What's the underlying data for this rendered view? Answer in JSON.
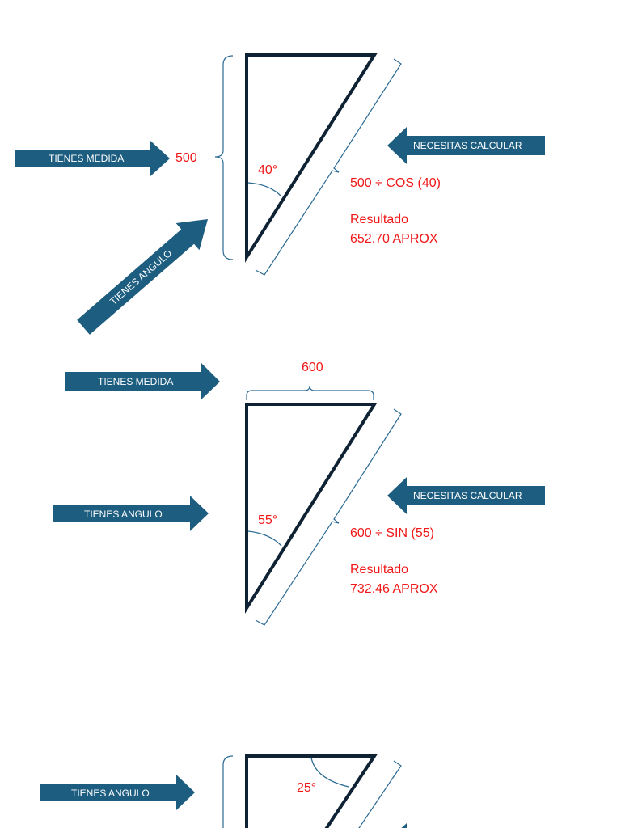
{
  "colors": {
    "arrow_fill": "#1d5d80",
    "triangle_stroke": "#0e2233",
    "annotation_text": "#f01818",
    "bracket_stroke": "#2b6a93"
  },
  "diagram1": {
    "known_measure_label": "TIENES MEDIDA",
    "known_angle_label": "TIENES ANGULO",
    "unknown_label": "NECESITAS CALCULAR",
    "side_value": "500",
    "angle_value": "40°",
    "formula": "500 ÷ COS (40)",
    "result_label": "Resultado",
    "result_value": "652.70 APROX"
  },
  "diagram2": {
    "known_measure_label": "TIENES MEDIDA",
    "known_angle_label": "TIENES ANGULO",
    "unknown_label": "NECESITAS CALCULAR",
    "side_value": "600",
    "angle_value": "55°",
    "formula": "600 ÷ SIN (55)",
    "result_label": "Resultado",
    "result_value": "732.46 APROX"
  },
  "diagram3": {
    "known_angle_label": "TIENES ANGULO",
    "angle_value": "25°"
  }
}
